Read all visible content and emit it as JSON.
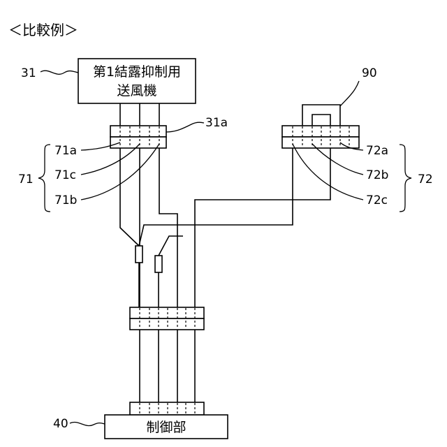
{
  "title": "＜比較例＞",
  "fan": {
    "ref": "31",
    "line1": "第1結露抑制用",
    "line2": "送風機"
  },
  "connector_31a": {
    "ref": "31a"
  },
  "connector_71": {
    "ref": "71",
    "pins": [
      "71a",
      "71c",
      "71b"
    ]
  },
  "connector_72": {
    "ref": "72",
    "pins": [
      "72a",
      "72b",
      "72c"
    ]
  },
  "jumper": {
    "ref": "90"
  },
  "controller": {
    "ref": "40",
    "label": "制御部"
  }
}
